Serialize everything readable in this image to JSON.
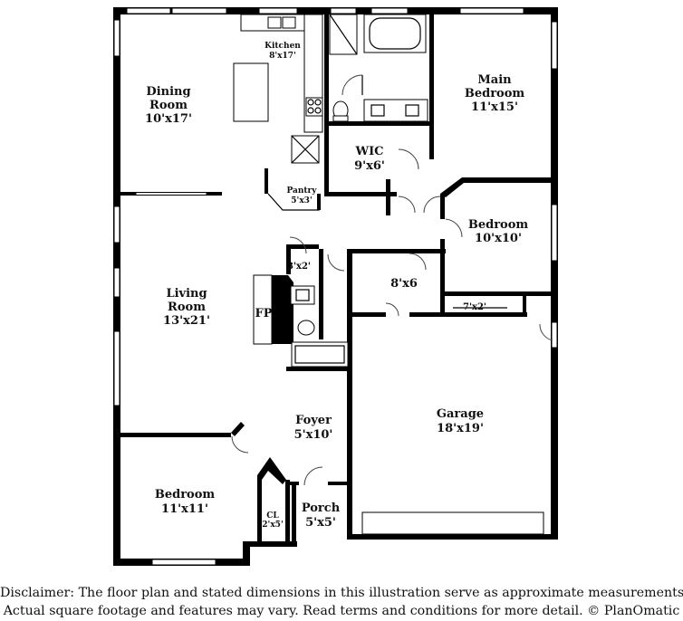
{
  "rooms": {
    "kitchen": {
      "name": "Kitchen",
      "dims": "8'x17'"
    },
    "dining": {
      "name_line1": "Dining",
      "name_line2": "Room",
      "dims": "10'x17'"
    },
    "main_bedroom": {
      "name_line1": "Main",
      "name_line2": "Bedroom",
      "dims": "11'x15'"
    },
    "wic": {
      "name": "WIC",
      "dims": "9'x6'"
    },
    "pantry": {
      "name": "Pantry",
      "dims": "5'x3'"
    },
    "bedroom_east": {
      "name": "Bedroom",
      "dims": "10'x10'"
    },
    "closet_small": {
      "dims": "3'x2'"
    },
    "hall_room": {
      "dims": "8'x6"
    },
    "closet_garage": {
      "dims": "7'x2'"
    },
    "living": {
      "name_line1": "Living",
      "name_line2": "Room",
      "dims": "13'x21'"
    },
    "fireplace": {
      "name": "FP"
    },
    "foyer": {
      "name": "Foyer",
      "dims": "5'x10'"
    },
    "garage": {
      "name": "Garage",
      "dims": "18'x19'"
    },
    "bedroom_west": {
      "name": "Bedroom",
      "dims": "11'x11'"
    },
    "closet_cl": {
      "name": "CL",
      "dims": "2'x5'"
    },
    "porch": {
      "name": "Porch",
      "dims": "5'x5'"
    }
  },
  "disclaimer": {
    "line1": "Disclaimer: The floor plan and stated dimensions in this illustration serve as approximate measurements.",
    "line2": "Actual square footage and features may vary. Read terms and conditions for more detail. © PlanOmatic"
  }
}
